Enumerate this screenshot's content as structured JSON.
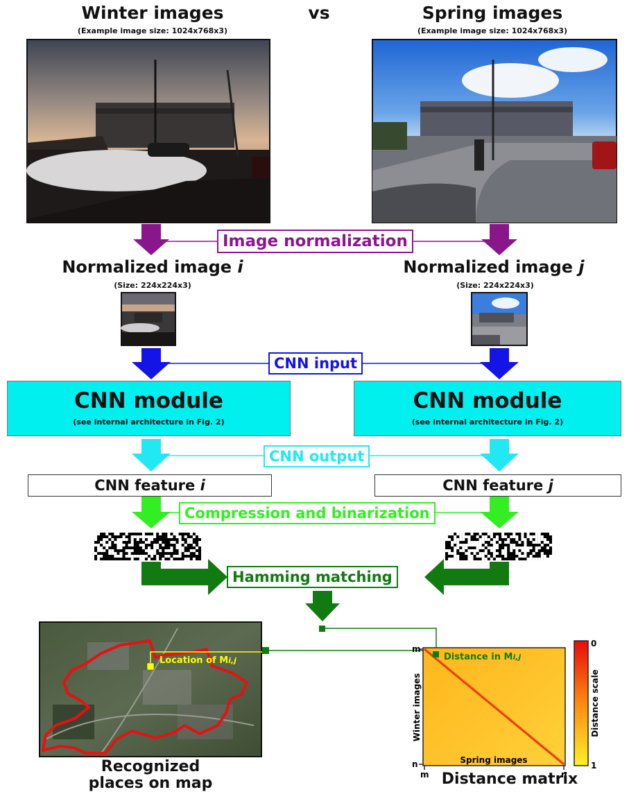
{
  "header": {
    "winter_title": "Winter images",
    "vs": "vs",
    "spring_title": "Spring images",
    "winter_size": "(Example image size: 1024x768x3)",
    "spring_size": "(Example image size: 1024x768x3)"
  },
  "normalization": {
    "label": "Image normalization",
    "left_title_prefix": "Normalized image ",
    "left_var": "i",
    "right_title_prefix": "Normalized image ",
    "right_var": "j",
    "left_size": "(Size: 224x224x3)",
    "right_size": "(Size: 224x224x3)"
  },
  "cnn_input": {
    "label": "CNN input"
  },
  "cnn_module": {
    "left_title": "CNN module",
    "left_subtitle": "(see internal architecture in Fig. 2)",
    "right_title": "CNN module",
    "right_subtitle": "(see internal architecture in Fig. 2)"
  },
  "cnn_output": {
    "label": "CNN output"
  },
  "features": {
    "left_prefix": "CNN feature ",
    "left_var": "i",
    "right_prefix": "CNN feature ",
    "right_var": "j"
  },
  "compression": {
    "label": "Compression and binarization"
  },
  "hamming": {
    "label": "Hamming matching"
  },
  "map": {
    "location_label": "Location of M",
    "location_sub": "i,j",
    "caption_line1": "Recognized",
    "caption_line2": "places on map"
  },
  "matrix": {
    "distance_label": "Distance in M",
    "distance_sub": "i,j",
    "y_axis": "Winter images",
    "x_axis": "Spring images",
    "top_left": "m",
    "bottom_left": "n",
    "bottom_m": "m",
    "bottom_n": "n",
    "scale_title": "Distance scale",
    "scale_top": "0",
    "scale_bottom": "1",
    "caption": "Distance matrix"
  },
  "colors": {
    "normalization": "#8a168c",
    "cnn_input": "#1414e6",
    "cnn_module": "#00f0f0",
    "cnn_output": "#22e8f4",
    "compression": "#33ee22",
    "hamming": "#117a11",
    "route": "#e81010",
    "marker": "#ffff00"
  }
}
